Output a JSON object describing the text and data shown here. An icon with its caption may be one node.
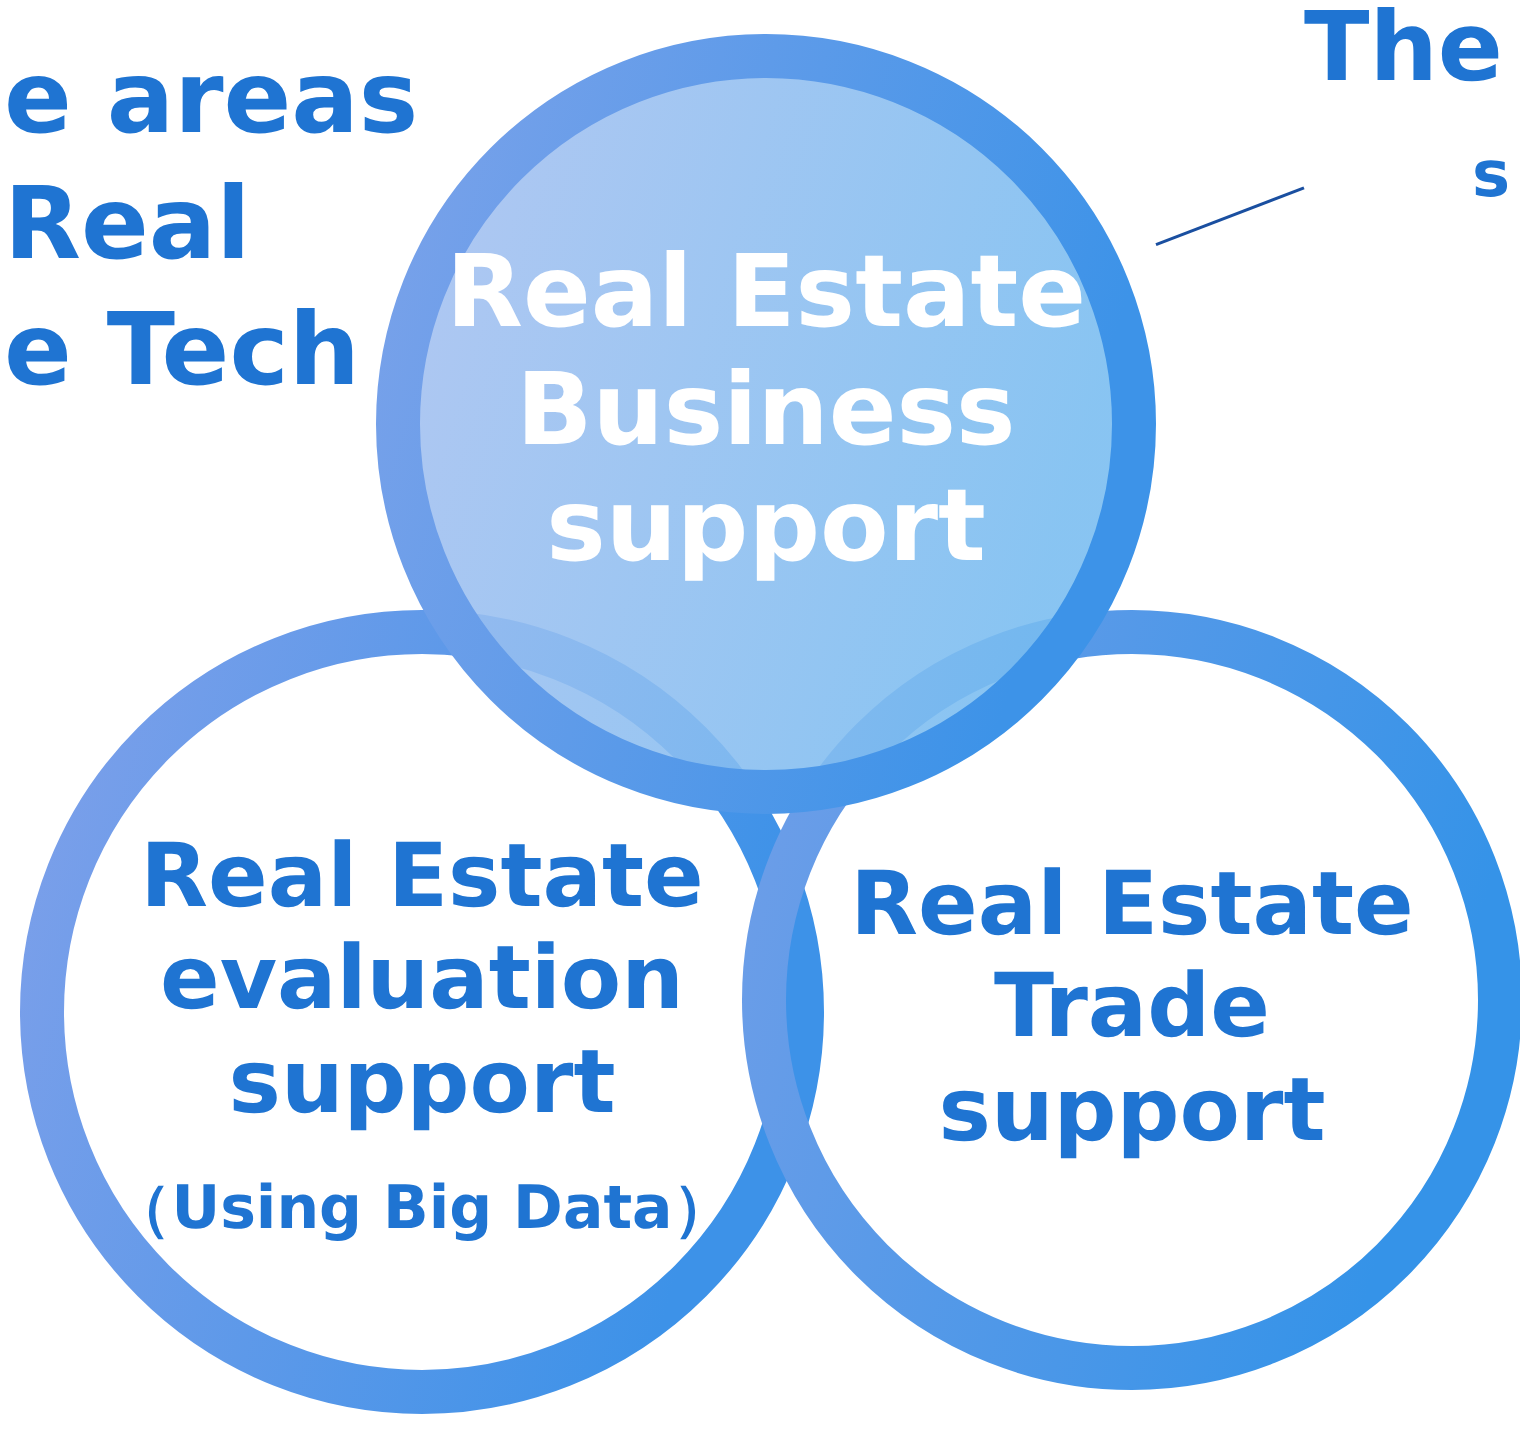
{
  "diagram": {
    "nodes": [
      {
        "text": [
          "Real Estate Business support"
        ]
      },
      {
        "text": [
          "Real Estate evaluation support",
          "（Using Big Data）"
        ]
      },
      {
        "text": [
          "Real Estate Trade support"
        ]
      },
      {
        "text": [
          "The",
          "s"
        ]
      }
    ],
    "edges": [
      {
        "from": 3,
        "to": 0,
        "arrow": "none"
      }
    ],
    "labels": [
      "e areas Real e Tech"
    ]
  }
}
